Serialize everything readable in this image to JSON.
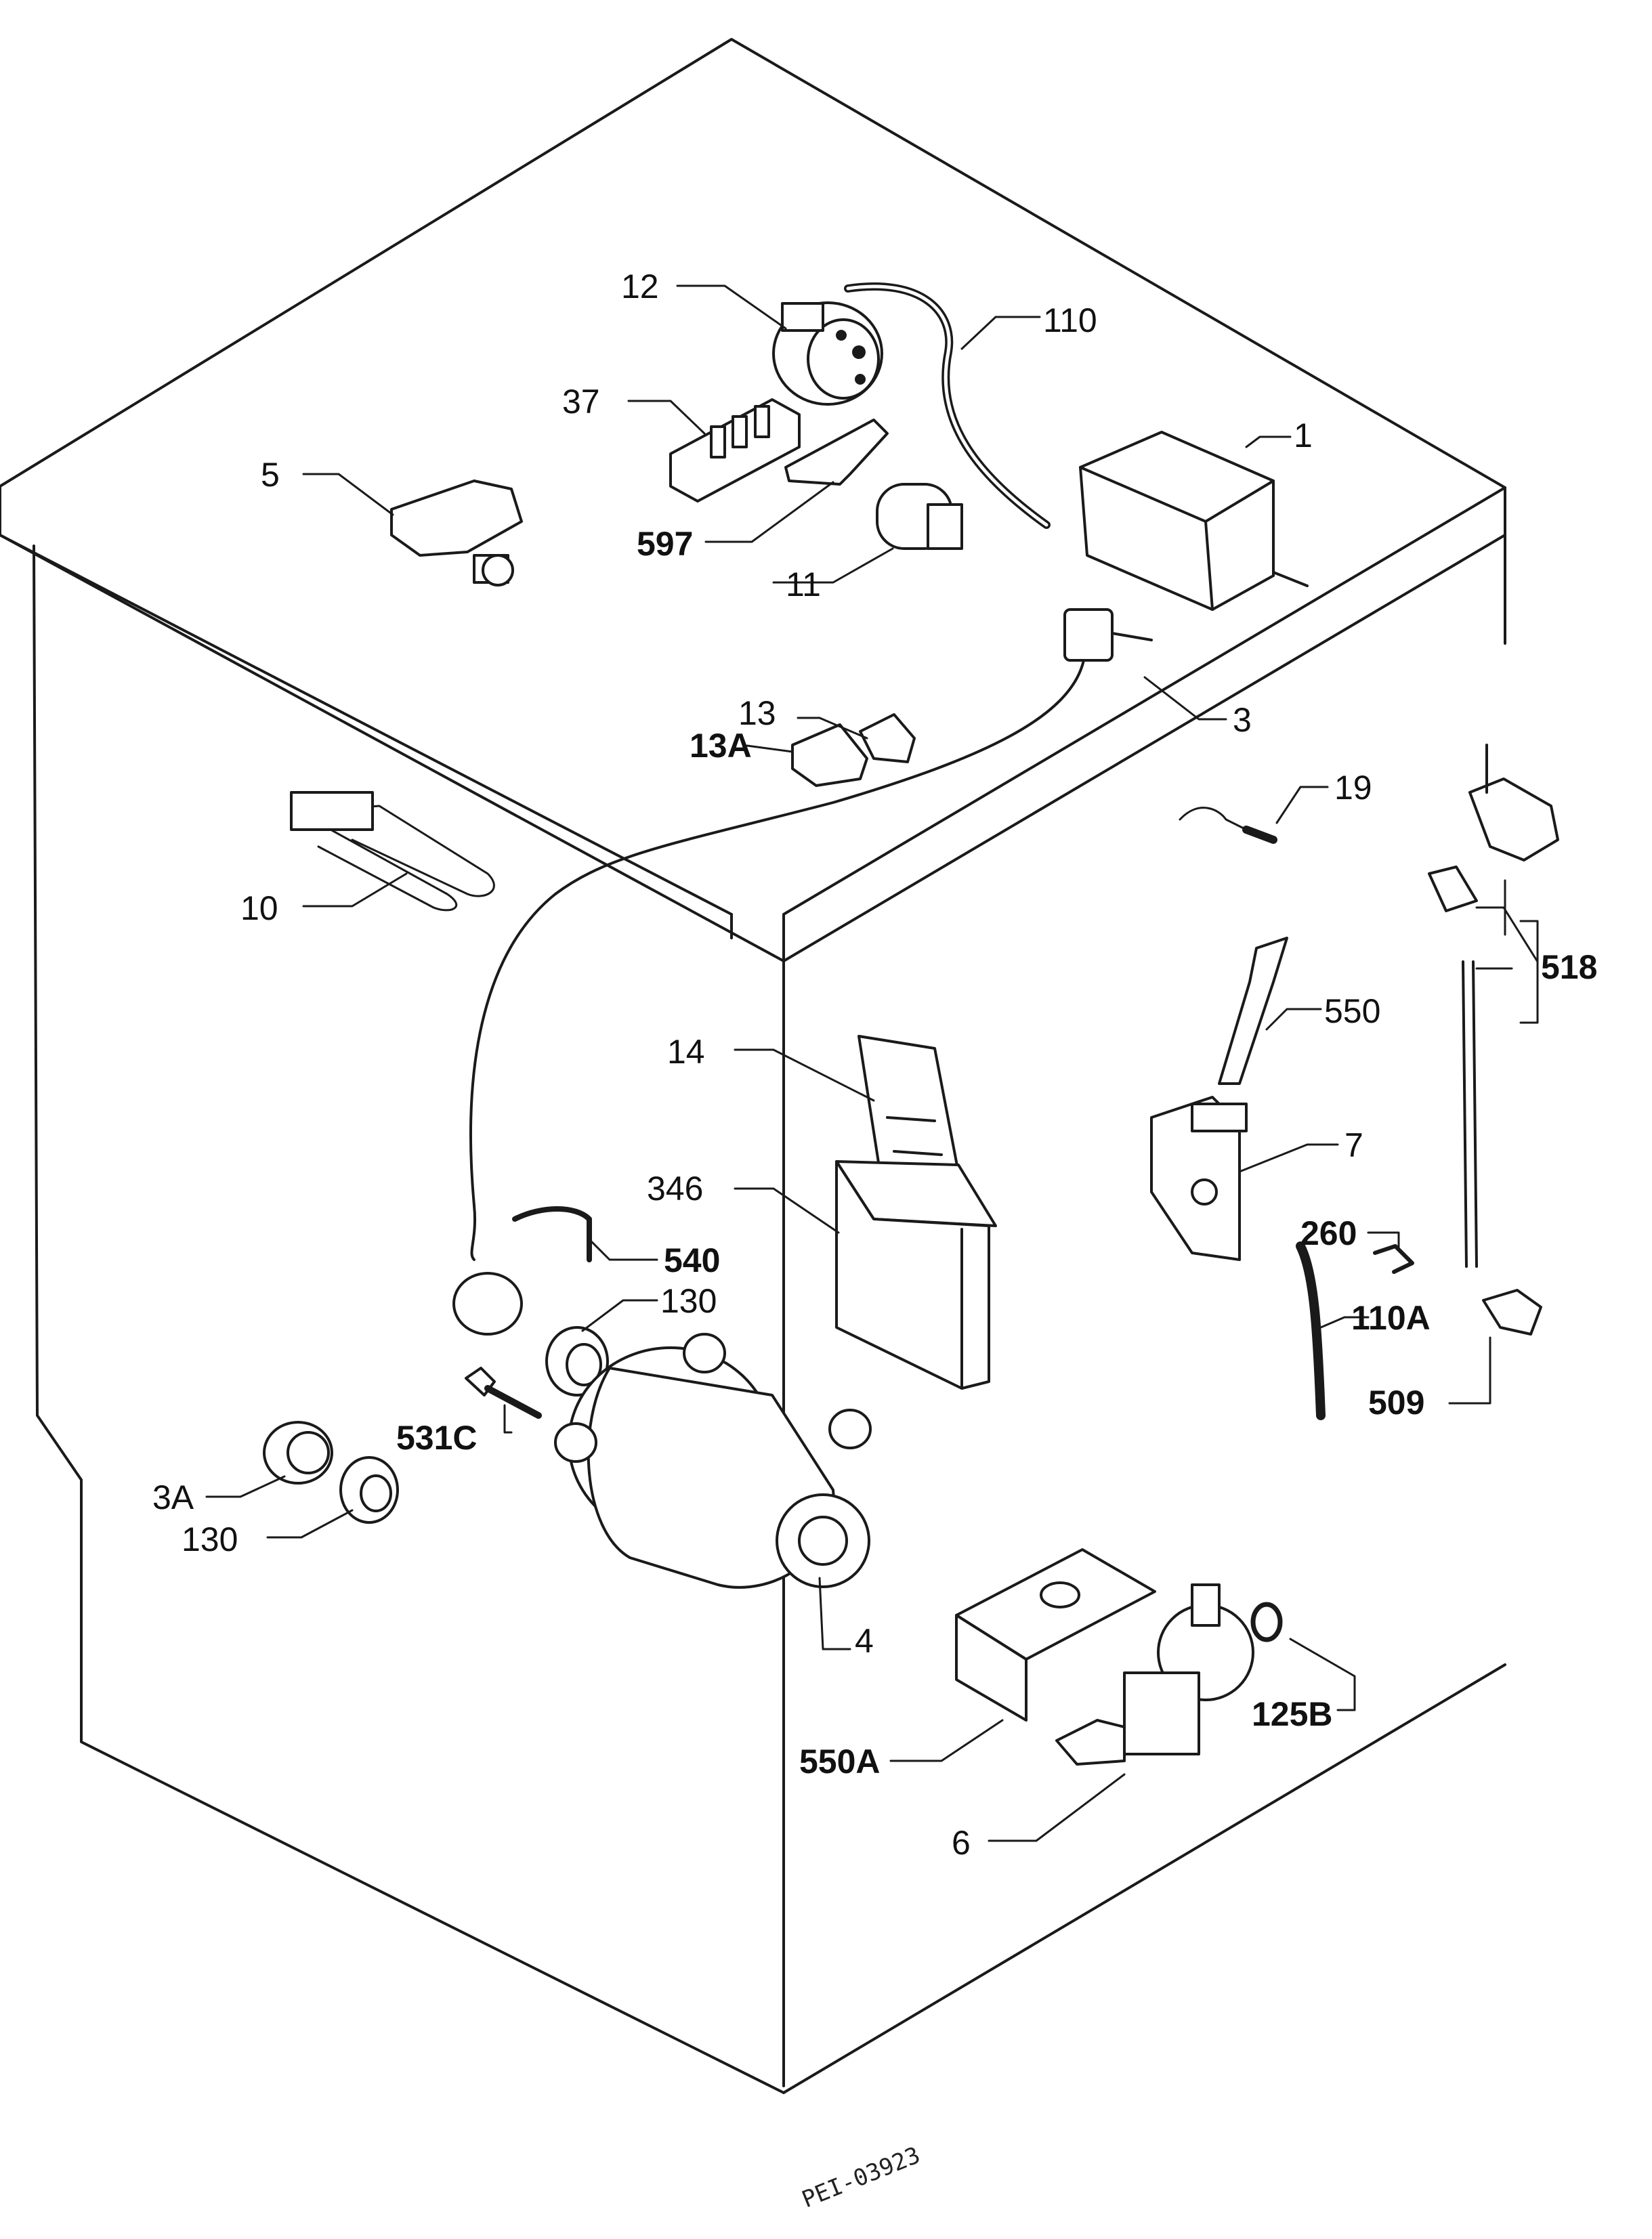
{
  "diagram": {
    "code": "PEI-03923",
    "parts": [
      {
        "id": "p1",
        "label": "1"
      },
      {
        "id": "p3",
        "label": "3"
      },
      {
        "id": "p3a",
        "label": "3A"
      },
      {
        "id": "p4",
        "label": "4"
      },
      {
        "id": "p5",
        "label": "5"
      },
      {
        "id": "p6",
        "label": "6"
      },
      {
        "id": "p7",
        "label": "7"
      },
      {
        "id": "p10",
        "label": "10"
      },
      {
        "id": "p11",
        "label": "11"
      },
      {
        "id": "p12",
        "label": "12"
      },
      {
        "id": "p13",
        "label": "13"
      },
      {
        "id": "p13a",
        "label": "13A"
      },
      {
        "id": "p14",
        "label": "14"
      },
      {
        "id": "p19",
        "label": "19"
      },
      {
        "id": "p37",
        "label": "37"
      },
      {
        "id": "p110",
        "label": "110"
      },
      {
        "id": "p110a",
        "label": "110A"
      },
      {
        "id": "p125b",
        "label": "125B"
      },
      {
        "id": "p130a",
        "label": "130"
      },
      {
        "id": "p130b",
        "label": "130"
      },
      {
        "id": "p260",
        "label": "260"
      },
      {
        "id": "p346",
        "label": "346"
      },
      {
        "id": "p509",
        "label": "509"
      },
      {
        "id": "p518",
        "label": "518"
      },
      {
        "id": "p531c",
        "label": "531C"
      },
      {
        "id": "p540",
        "label": "540"
      },
      {
        "id": "p550",
        "label": "550"
      },
      {
        "id": "p550a",
        "label": "550A"
      },
      {
        "id": "p597",
        "label": "597"
      }
    ]
  }
}
